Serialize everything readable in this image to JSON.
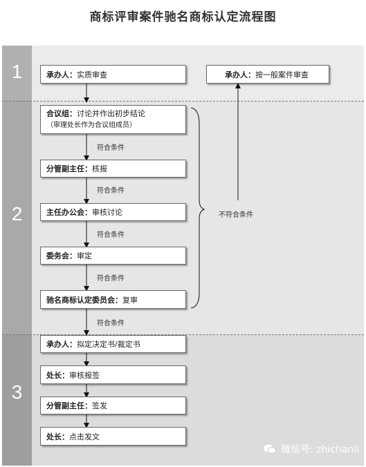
{
  "title": "商标评审案件驰名商标认定流程图",
  "stages": [
    "1",
    "2",
    "3"
  ],
  "boxes": {
    "b1_role": "承办人：",
    "b1_text": "实质审查",
    "b1r_role": "承办人：",
    "b1r_text": "按一般案件审查",
    "b2a_role": "合议组：",
    "b2a_text": "讨论并作出初步结论",
    "b2a_note": "（审理处长作为合议组成员）",
    "b2b_role": "分管副主任：",
    "b2b_text": "核报",
    "b2c_role": "主任办公会：",
    "b2c_text": "审核讨论",
    "b2d_role": "委务会：",
    "b2d_text": "审定",
    "b2e_role": "驰名商标认定委员会：",
    "b2e_text": "复审",
    "b3a_role": "承办人：",
    "b3a_text": "拟定决定书/裁定书",
    "b3b_role": "处长：",
    "b3b_text": "审核报签",
    "b3c_role": "分管副主任：",
    "b3c_text": "签发",
    "b3d_role": "处长：",
    "b3d_text": "点击发文"
  },
  "edge_labels": {
    "meets": "符合条件",
    "fails": "不符合条件"
  },
  "watermark": "微信号: zhichanli"
}
